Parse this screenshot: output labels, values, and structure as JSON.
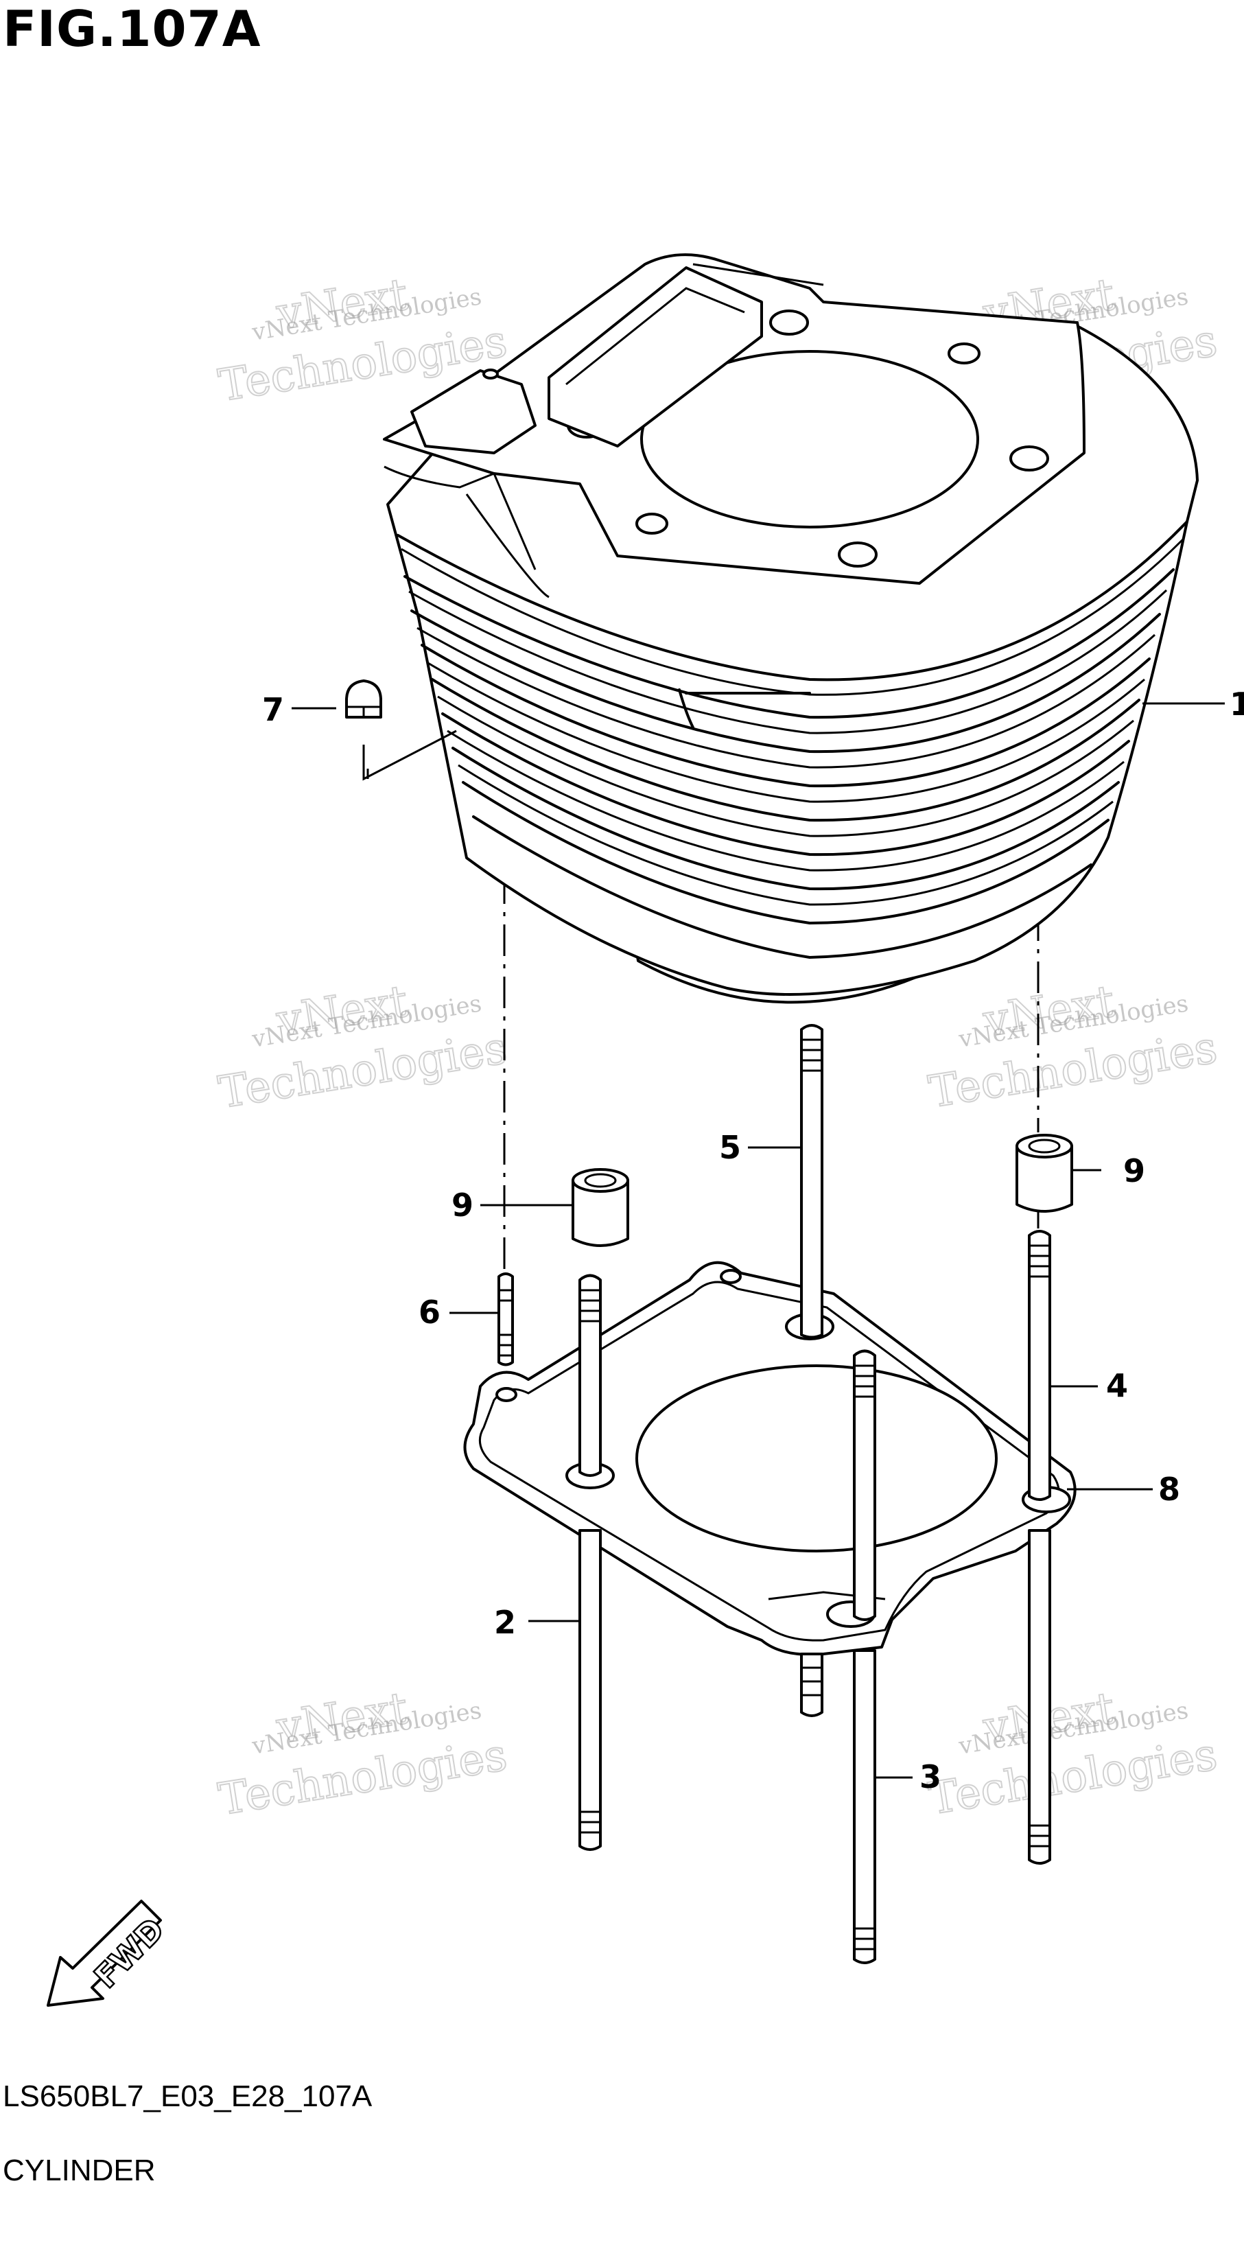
{
  "figure": {
    "title": "FIG.107A",
    "code": "LS650BL7_E03_E28_107A",
    "name": "CYLINDER"
  },
  "callouts": {
    "p1": "1",
    "p2": "2",
    "p3": "3",
    "p4": "4",
    "p5": "5",
    "p6": "6",
    "p7": "7",
    "p8": "8",
    "p9a": "9",
    "p9b": "9"
  },
  "watermark": {
    "line1": "vNext Technologies",
    "line2": "vNext",
    "line3": "Technologies"
  },
  "fwd_label": "FWD"
}
